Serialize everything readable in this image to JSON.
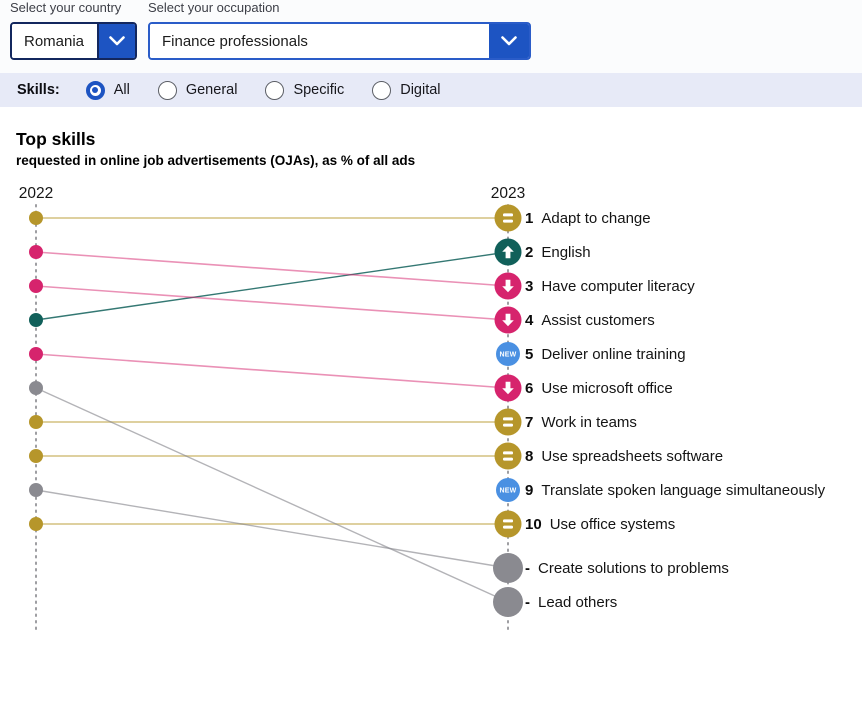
{
  "header": {
    "country": {
      "label": "Select your country",
      "value": "Romania"
    },
    "occupation": {
      "label": "Select your occupation",
      "value": "Finance professionals"
    }
  },
  "filters": {
    "label": "Skills:",
    "options": [
      {
        "label": "All",
        "selected": true
      },
      {
        "label": "General",
        "selected": false
      },
      {
        "label": "Specific",
        "selected": false
      },
      {
        "label": "Digital",
        "selected": false
      }
    ]
  },
  "chart": {
    "title": "Top skills",
    "subtitle": "requested in online job advertisements (OJAs), as % of all ads"
  },
  "chart_data": {
    "type": "slope",
    "columns": [
      "2022",
      "2023"
    ],
    "colors": {
      "same": "#b6962b",
      "down": "#d6246d",
      "up": "#11605a",
      "new": "#4a90e2",
      "out": "#8a8a90"
    },
    "rows": [
      {
        "rank_2023": "1",
        "label": "Adapt to change",
        "rank_2022": 1,
        "change": "same"
      },
      {
        "rank_2023": "2",
        "label": "English",
        "rank_2022": 4,
        "change": "up"
      },
      {
        "rank_2023": "3",
        "label": "Have computer literacy",
        "rank_2022": 2,
        "change": "down"
      },
      {
        "rank_2023": "4",
        "label": "Assist customers",
        "rank_2022": 3,
        "change": "down"
      },
      {
        "rank_2023": "5",
        "label": "Deliver online training",
        "rank_2022": null,
        "change": "new"
      },
      {
        "rank_2023": "6",
        "label": "Use microsoft office",
        "rank_2022": 5,
        "change": "down"
      },
      {
        "rank_2023": "7",
        "label": "Work in teams",
        "rank_2022": 7,
        "change": "same"
      },
      {
        "rank_2023": "8",
        "label": "Use spreadsheets software",
        "rank_2022": 8,
        "change": "same"
      },
      {
        "rank_2023": "9",
        "label": "Translate spoken language simultaneously",
        "rank_2022": null,
        "change": "new"
      },
      {
        "rank_2023": "10",
        "label": "Use office systems",
        "rank_2022": 10,
        "change": "same"
      },
      {
        "rank_2023": "-",
        "label": "Create solutions to problems",
        "rank_2022": 9,
        "change": "out"
      },
      {
        "rank_2023": "-",
        "label": "Lead others",
        "rank_2022": 6,
        "change": "out"
      }
    ]
  }
}
